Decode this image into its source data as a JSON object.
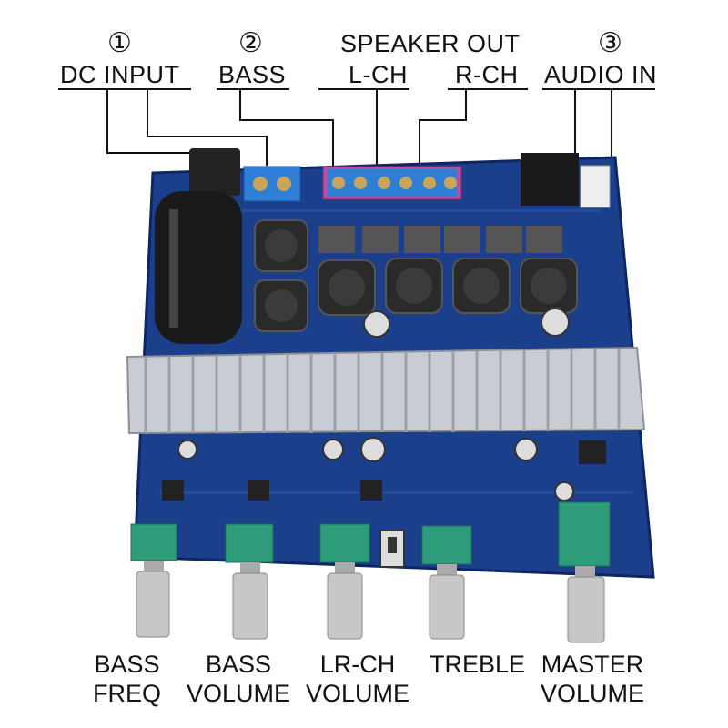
{
  "callouts": {
    "dc_input": {
      "number": "①",
      "label": "DC INPUT"
    },
    "bass": {
      "number": "②",
      "label": "BASS"
    },
    "speaker_out": {
      "title": "SPEAKER OUT",
      "left": "L-CH",
      "right": "R-CH"
    },
    "audio_in": {
      "number": "③",
      "label": "AUDIO IN"
    }
  },
  "controls": [
    {
      "line1": "BASS",
      "line2": "FREQ"
    },
    {
      "line1": "BASS",
      "line2": "VOLUME"
    },
    {
      "line1": "LR-CH",
      "line2": "VOLUME"
    },
    {
      "line1": "TREBLE",
      "line2": ""
    },
    {
      "line1": "MASTER",
      "line2": "VOLUME"
    }
  ],
  "colors": {
    "pcb": "#1c3f8c",
    "heatsink": "#c9ccd2",
    "pot": "#2e9c7a",
    "terminal_blue": "#2f7fd6"
  }
}
